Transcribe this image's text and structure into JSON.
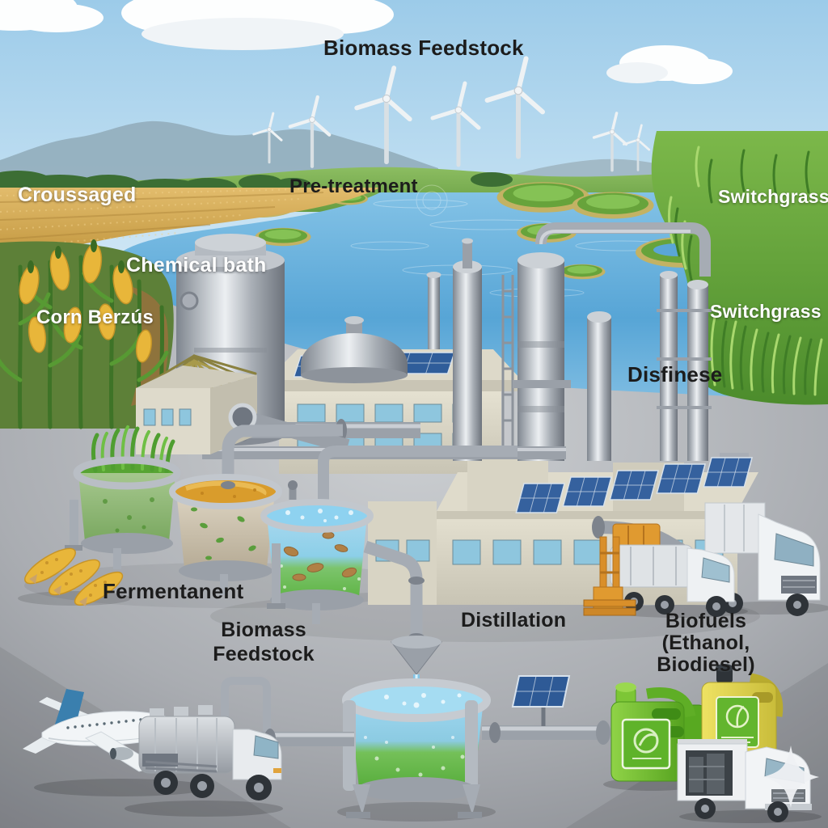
{
  "scene_type": "biofuel-production-process-illustration",
  "labels": {
    "title": "Biomass Feedstock",
    "croussaged": "Croussaged",
    "pretreatment": "Pre-treatment",
    "chemical_bath": "Chemical bath",
    "corn": "Corn Berzús",
    "switchgrass_upper": "Switchgrass",
    "switchgrass_lower": "Switchgrass",
    "disfinese": "Disfinese",
    "fermentanent": "Fermentanent",
    "biomass_feedstock": "Biomass\nFeedstock",
    "distillation": "Distillation",
    "biofuels": "Biofuels\n(Ethanol, Biodiesel)"
  },
  "colors": {
    "sky": "#a9d2ec",
    "water": "#5aa6d6",
    "wheat_field": "#d9b25f",
    "switchgrass_field": "#66a93c",
    "ground_concrete": "#a9acb1",
    "steel": "#aab0b7",
    "building": "#ddd9c9",
    "solar_panel": "#2f5d9a",
    "algae": "#6aa83d",
    "corn_cob": "#e8b63a",
    "tank_amber_mash": "#d99c2c",
    "tank_blue_liquid": "#8ed2f0",
    "tank_green_liquid": "#5cb23e",
    "biofuel_can_green": "#6fc02f",
    "biofuel_can_yellow": "#e3da5a",
    "airplane_tail": "#3a7fae"
  }
}
